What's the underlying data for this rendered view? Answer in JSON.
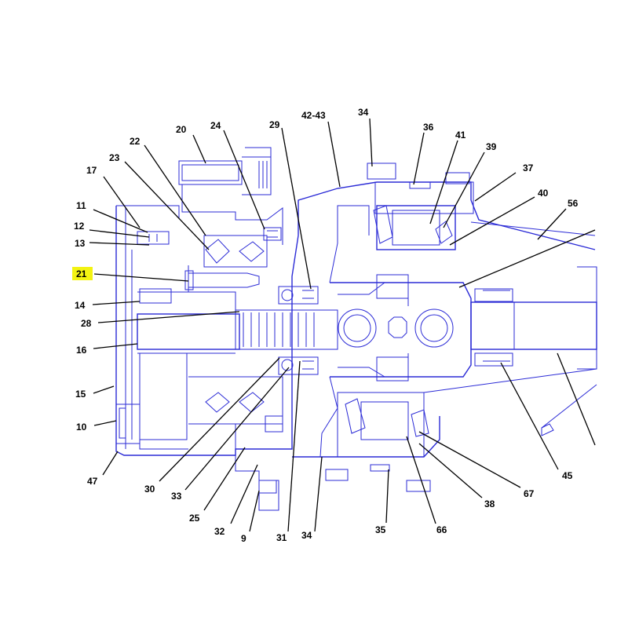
{
  "highlight_color": "#f3f312",
  "line_color": "#2b2bd6",
  "callouts": [
    {
      "id": "20",
      "label": "20"
    },
    {
      "id": "24",
      "label": "24"
    },
    {
      "id": "29",
      "label": "29"
    },
    {
      "id": "42-43",
      "label": "42-43"
    },
    {
      "id": "34a",
      "label": "34"
    },
    {
      "id": "36",
      "label": "36"
    },
    {
      "id": "41",
      "label": "41"
    },
    {
      "id": "39",
      "label": "39"
    },
    {
      "id": "37",
      "label": "37"
    },
    {
      "id": "40",
      "label": "40"
    },
    {
      "id": "56",
      "label": "56"
    },
    {
      "id": "22",
      "label": "22"
    },
    {
      "id": "23",
      "label": "23"
    },
    {
      "id": "17",
      "label": "17"
    },
    {
      "id": "11",
      "label": "11"
    },
    {
      "id": "12",
      "label": "12"
    },
    {
      "id": "13",
      "label": "13"
    },
    {
      "id": "21",
      "label": "21",
      "highlighted": true
    },
    {
      "id": "14",
      "label": "14"
    },
    {
      "id": "28",
      "label": "28"
    },
    {
      "id": "16",
      "label": "16"
    },
    {
      "id": "15",
      "label": "15"
    },
    {
      "id": "10",
      "label": "10"
    },
    {
      "id": "47",
      "label": "47"
    },
    {
      "id": "30",
      "label": "30"
    },
    {
      "id": "33",
      "label": "33"
    },
    {
      "id": "25",
      "label": "25"
    },
    {
      "id": "32",
      "label": "32"
    },
    {
      "id": "9",
      "label": "9"
    },
    {
      "id": "31",
      "label": "31"
    },
    {
      "id": "34b",
      "label": "34"
    },
    {
      "id": "35",
      "label": "35"
    },
    {
      "id": "66",
      "label": "66"
    },
    {
      "id": "38",
      "label": "38"
    },
    {
      "id": "67",
      "label": "67"
    },
    {
      "id": "45",
      "label": "45"
    }
  ]
}
